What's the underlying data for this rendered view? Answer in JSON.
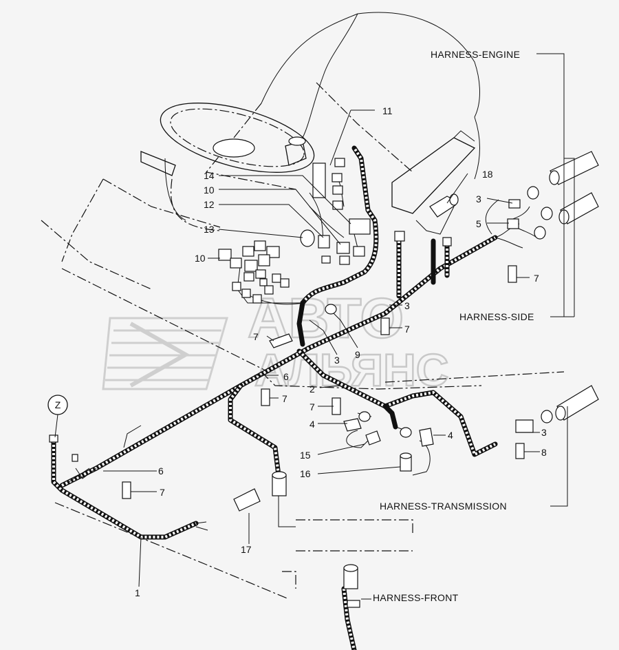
{
  "harness_labels": {
    "engine": "HARNESS-ENGINE",
    "side": "HARNESS-SIDE",
    "transmission": "HARNESS-TRANSMISSION",
    "front": "HARNESS-FRONT"
  },
  "marker": "Z",
  "watermark": {
    "line1": "АВТО",
    "line2": "АЛЬЯНС"
  },
  "callouts": {
    "c11": "11",
    "c18": "18",
    "c14": "14",
    "c10a": "10",
    "c12": "12",
    "c13": "13",
    "c10b": "10",
    "c3a": "3",
    "c5": "5",
    "c7a": "7",
    "c3b": "3",
    "c7b": "7",
    "c7c": "7",
    "c3c": "3",
    "c9": "9",
    "c6a": "6",
    "c2": "2",
    "c7d": "7",
    "c7e": "7",
    "c4a": "4",
    "c4b": "4",
    "c3d": "3",
    "c8": "8",
    "c15": "15",
    "c16": "16",
    "c6b": "6",
    "c7f": "7",
    "c17": "17",
    "c1": "1"
  }
}
